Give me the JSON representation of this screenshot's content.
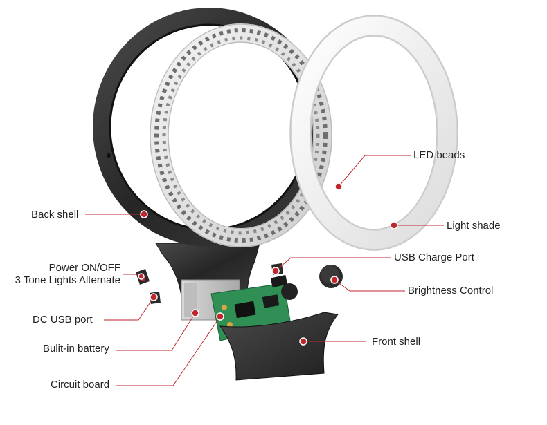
{
  "diagram": {
    "accent_color": "#c0272d",
    "labels": {
      "led_beads": "LED beads",
      "light_shade": "Light shade",
      "back_shell": "Back shell",
      "usb_charge_port": "USB Charge Port",
      "power_line1": "Power ON/OFF",
      "power_line2": "3 Tone Lights Alternate",
      "brightness_control": "Brightness Control",
      "dc_usb_port": "DC USB port",
      "front_shell": "Front shell",
      "builtin_battery": "Bulit-in battery",
      "circuit_board": "Circuit board"
    }
  }
}
